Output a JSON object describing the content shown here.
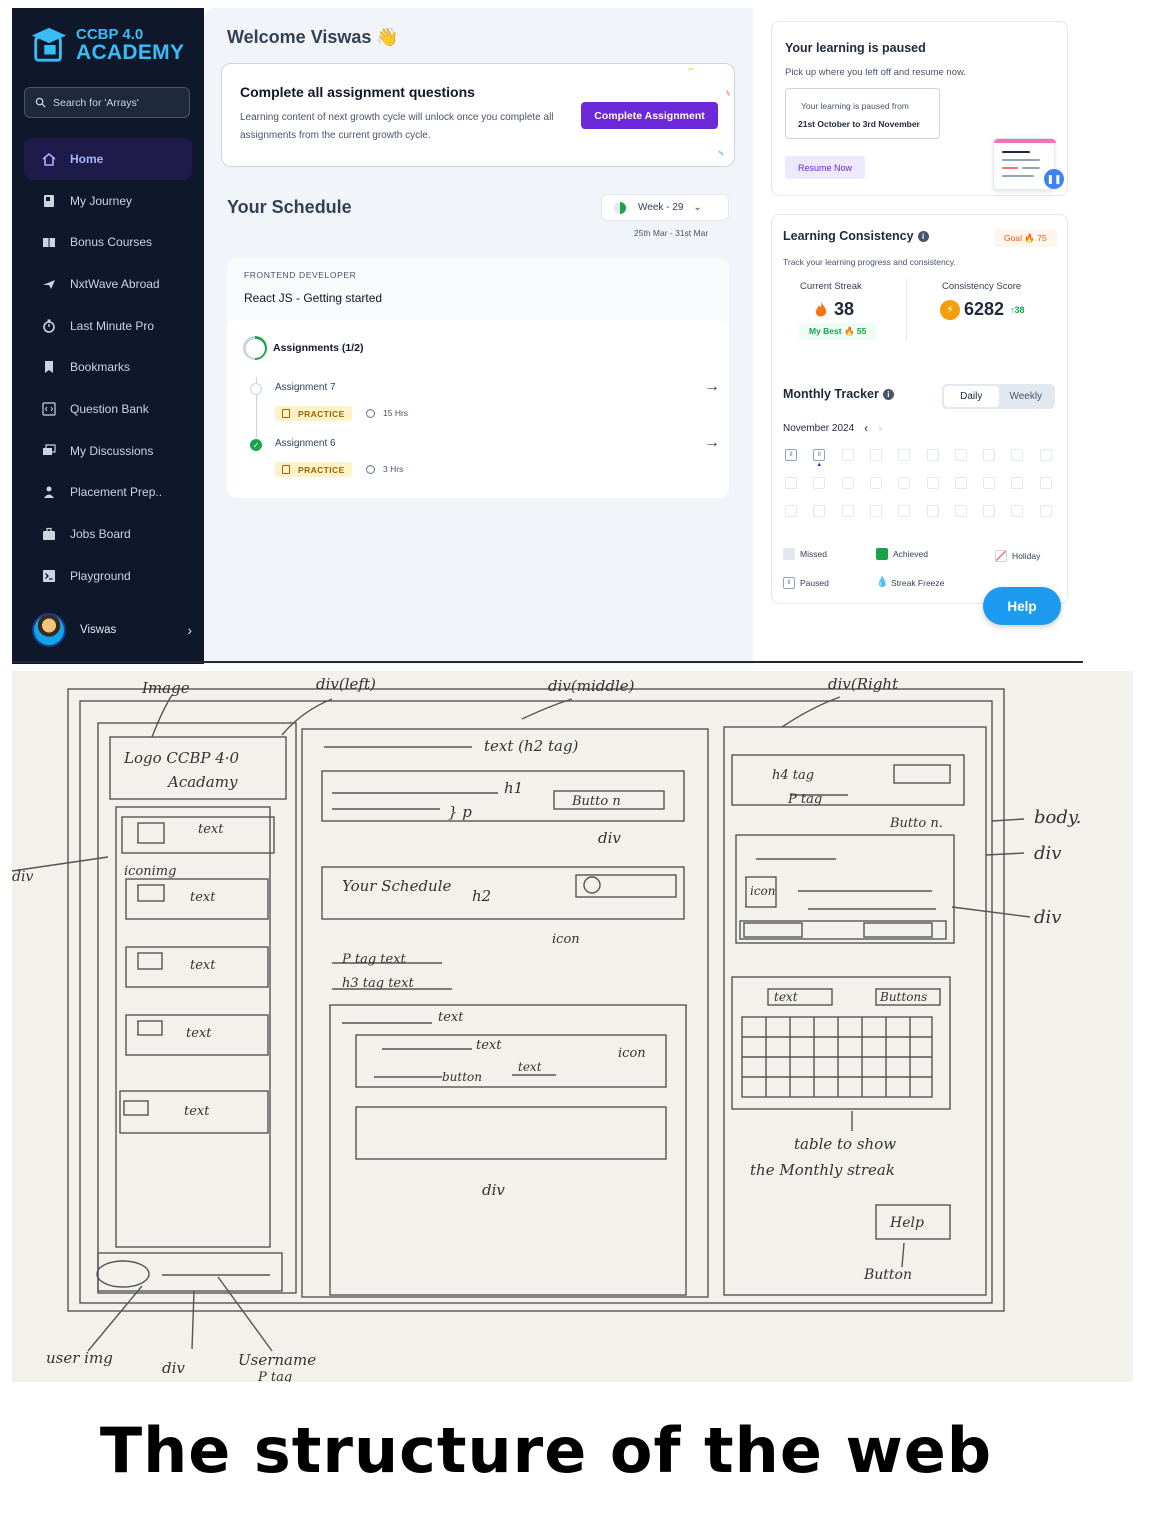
{
  "app": {
    "logo_line1": "CCBP 4.0",
    "logo_line2": "ACADEMY"
  },
  "search": {
    "placeholder": "Search for 'Arrays'"
  },
  "sidebar": {
    "items": [
      {
        "label": "Home",
        "icon": "home-icon",
        "active": true
      },
      {
        "label": "My Journey",
        "icon": "journey-icon"
      },
      {
        "label": "Bonus Courses",
        "icon": "book-icon"
      },
      {
        "label": "NxtWave Abroad",
        "icon": "plane-icon"
      },
      {
        "label": "Last Minute Pro",
        "icon": "stopwatch-icon"
      },
      {
        "label": "Bookmarks",
        "icon": "bookmark-icon"
      },
      {
        "label": "Question Bank",
        "icon": "code-icon"
      },
      {
        "label": "My Discussions",
        "icon": "chat-icon"
      },
      {
        "label": "Placement Prep..",
        "icon": "person-icon"
      },
      {
        "label": "Jobs Board",
        "icon": "briefcase-icon"
      },
      {
        "label": "Playground",
        "icon": "terminal-icon"
      }
    ],
    "user": {
      "name": "Viswas"
    }
  },
  "main": {
    "welcome": "Welcome Viswas 👋",
    "assignment_card": {
      "title": "Complete all assignment questions",
      "body": "Learning content of next growth cycle will unlock once you complete all assignments from the current growth cycle.",
      "button": "Complete Assignment"
    },
    "schedule": {
      "title": "Your Schedule",
      "week_label": "Week - 29",
      "week_range": "25th Mar - 31st Mar",
      "course_label": "FRONTEND DEVELOPER",
      "course_title": "React JS - Getting started",
      "assignments_header": "Assignments (1/2)",
      "assignments": [
        {
          "name": "Assignment 7",
          "tag": "PRACTICE",
          "duration": "15 Hrs",
          "done": false
        },
        {
          "name": "Assignment 6",
          "tag": "PRACTICE",
          "duration": "3 Hrs",
          "done": true
        }
      ]
    }
  },
  "right": {
    "paused": {
      "title": "Your learning is paused",
      "subtitle": "Pick up where you left off and resume now.",
      "box_line1": "Your learning is paused from",
      "box_line2": "21st October to 3rd November",
      "button": "Resume Now"
    },
    "consistency": {
      "title": "Learning Consistency",
      "goal": "Goal 🔥 75",
      "subtitle": "Track your learning progress and consistency.",
      "streak_label": "Current Streak",
      "streak_value": "38",
      "best": "My Best 🔥 55",
      "score_label": "Consistency Score",
      "score_value": "6282",
      "score_delta": "↑38"
    },
    "tracker": {
      "title": "Monthly Tracker",
      "toggle_daily": "Daily",
      "toggle_weekly": "Weekly",
      "month": "November 2024",
      "paused_cells": [
        0,
        1
      ]
    },
    "legend": {
      "missed": "Missed",
      "achieved": "Achieved",
      "holiday": "Holiday",
      "paused": "Paused",
      "freeze": "Streak Freeze"
    },
    "help": "Help"
  },
  "sketch": {
    "labels": {
      "image": "Image",
      "div_left": "div(left)",
      "div_middle": "div(middle)",
      "div_right": "div(Right",
      "logo": "Logo CCBP 4·0",
      "logo2": "Acadamy",
      "text_h2": "text (h2 tag)",
      "h1": "h1",
      "p": "} p",
      "button": "Butto n",
      "div": "div",
      "your_schedule": "Your Schedule",
      "h2": "h2",
      "ptag_text": "P tag text",
      "h3tag_text": "h3 tag text",
      "text": "text",
      "icon": "icon",
      "button2": "button",
      "h4tag": "h4 tag",
      "ptag": "P tag",
      "button3": "Butto n.",
      "body": "body.",
      "buttons": "Buttons",
      "table_note1": "table to show",
      "table_note2": "the Monthly streak",
      "help": "Help",
      "button4": "Button",
      "user_img": "user img",
      "username": "Username",
      "username_p": "P tag",
      "iconimg": "iconimg"
    }
  },
  "caption": "The structure of the web",
  "colors": {
    "sidebar_bg": "#0f172a",
    "logo": "#38bdf8",
    "accent": "#6d28d9",
    "help": "#1d9bf0",
    "success": "#16a34a"
  }
}
